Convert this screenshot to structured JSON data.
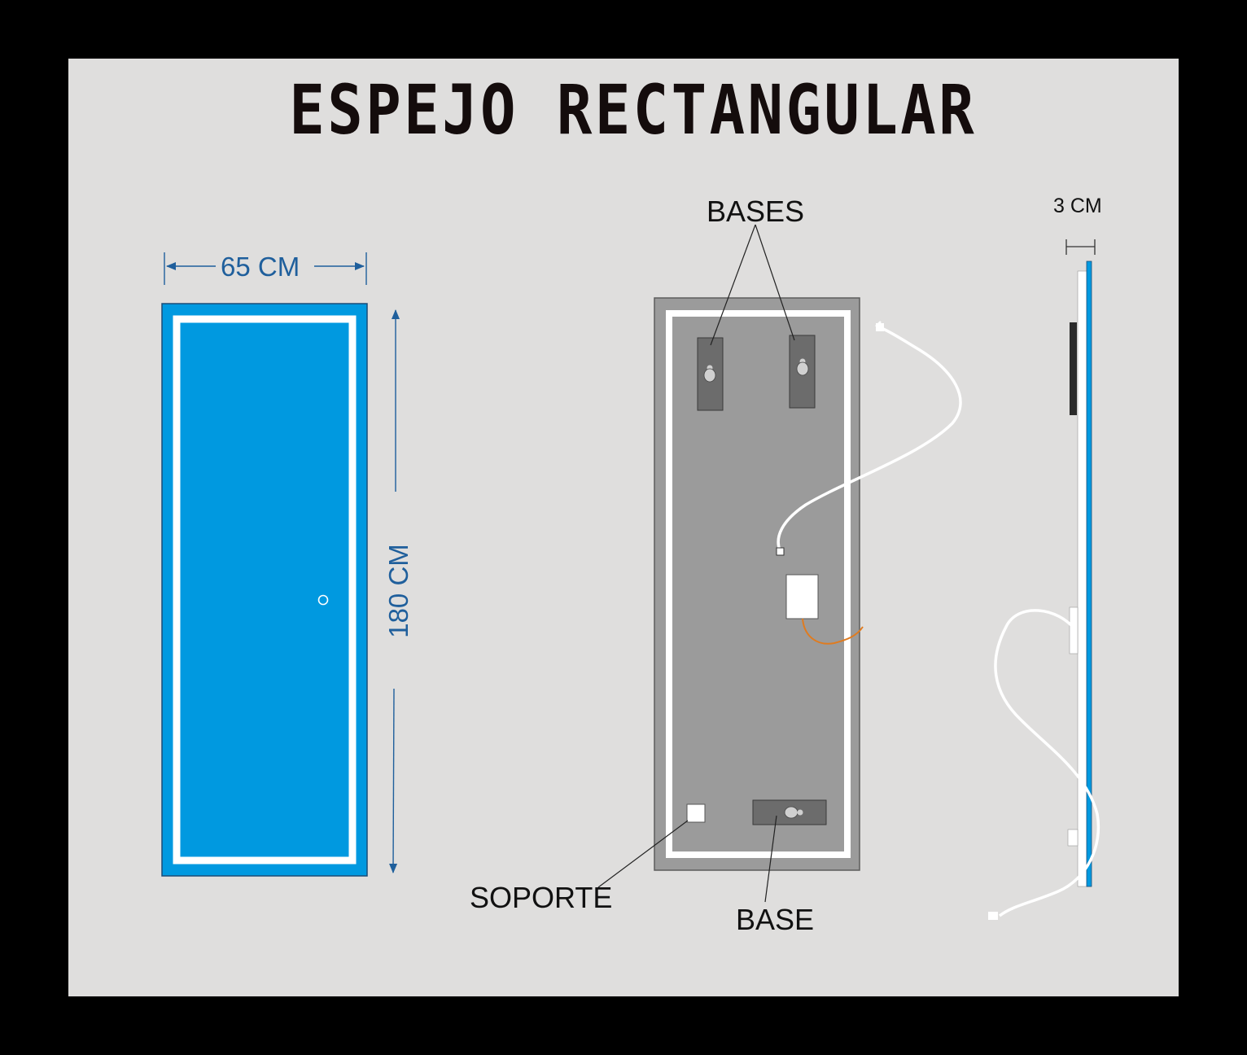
{
  "title": "ESPEJO RECTANGULAR",
  "front_view": {
    "width_label": "65 CM",
    "height_label": "180 CM"
  },
  "back_view": {
    "bases_label": "BASES",
    "support_label": "SOPORTE",
    "base_label": "BASE"
  },
  "side_view": {
    "depth_label": "3 CM"
  },
  "colors": {
    "background": "#dfdedd",
    "frame": "#000000",
    "mirror_blue": "#0099e0",
    "led_strip": "#ffffff",
    "back_panel": "#9b9b9b",
    "bracket": "#6c6c6c",
    "dimension_text": "#1f5f9c",
    "wire_orange": "#e07b1f"
  }
}
